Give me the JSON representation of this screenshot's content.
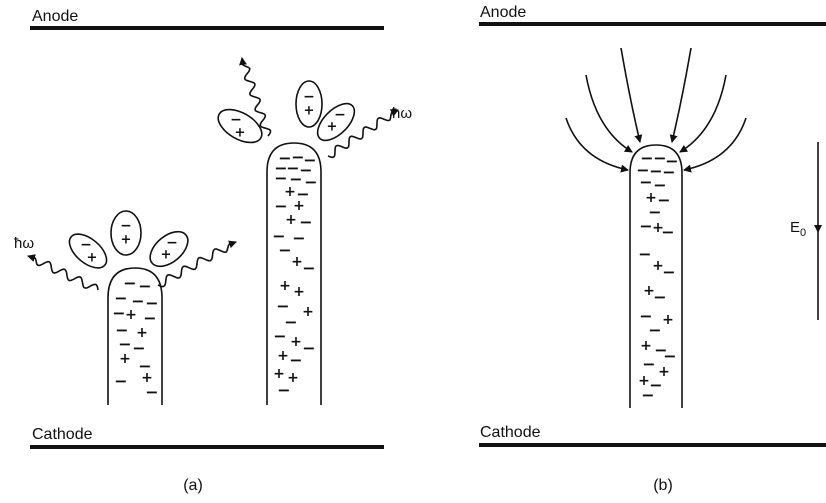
{
  "panel_a": {
    "anode_label": "Anode",
    "cathode_label": "Cathode",
    "caption": "(a)",
    "photon_left_label": "ħω",
    "photon_right_label": "ħω"
  },
  "panel_b": {
    "anode_label": "Anode",
    "cathode_label": "Cathode",
    "caption": "(b)",
    "field_label": "E",
    "field_subscript": "0"
  }
}
